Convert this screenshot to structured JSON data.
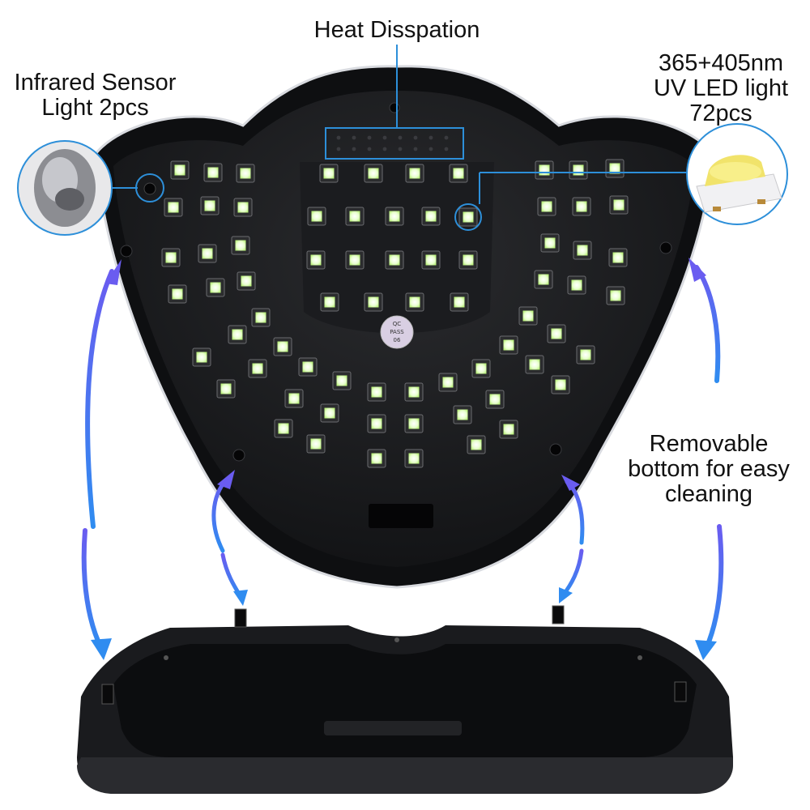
{
  "labels": {
    "heat": "Heat Disspation",
    "infrared_line1": "Infrared Sensor",
    "infrared_line2": "Light 2pcs",
    "uv_line1": "365+405nm",
    "uv_line2": "UV LED light",
    "uv_line3": "72pcs",
    "removable_line1": "Removable",
    "removable_line2": "bottom for easy",
    "removable_line3": "cleaning"
  },
  "qc_sticker": [
    "QC",
    "PASS",
    "06"
  ],
  "colors": {
    "lamp_body": "#111214",
    "callout_line": "#2d8fd9",
    "arrow_gradient_top": "#6a5cf0",
    "arrow_gradient_bottom": "#2f8cf0",
    "led": "#e9ffd0",
    "led_glow": "#c8ff8a"
  }
}
